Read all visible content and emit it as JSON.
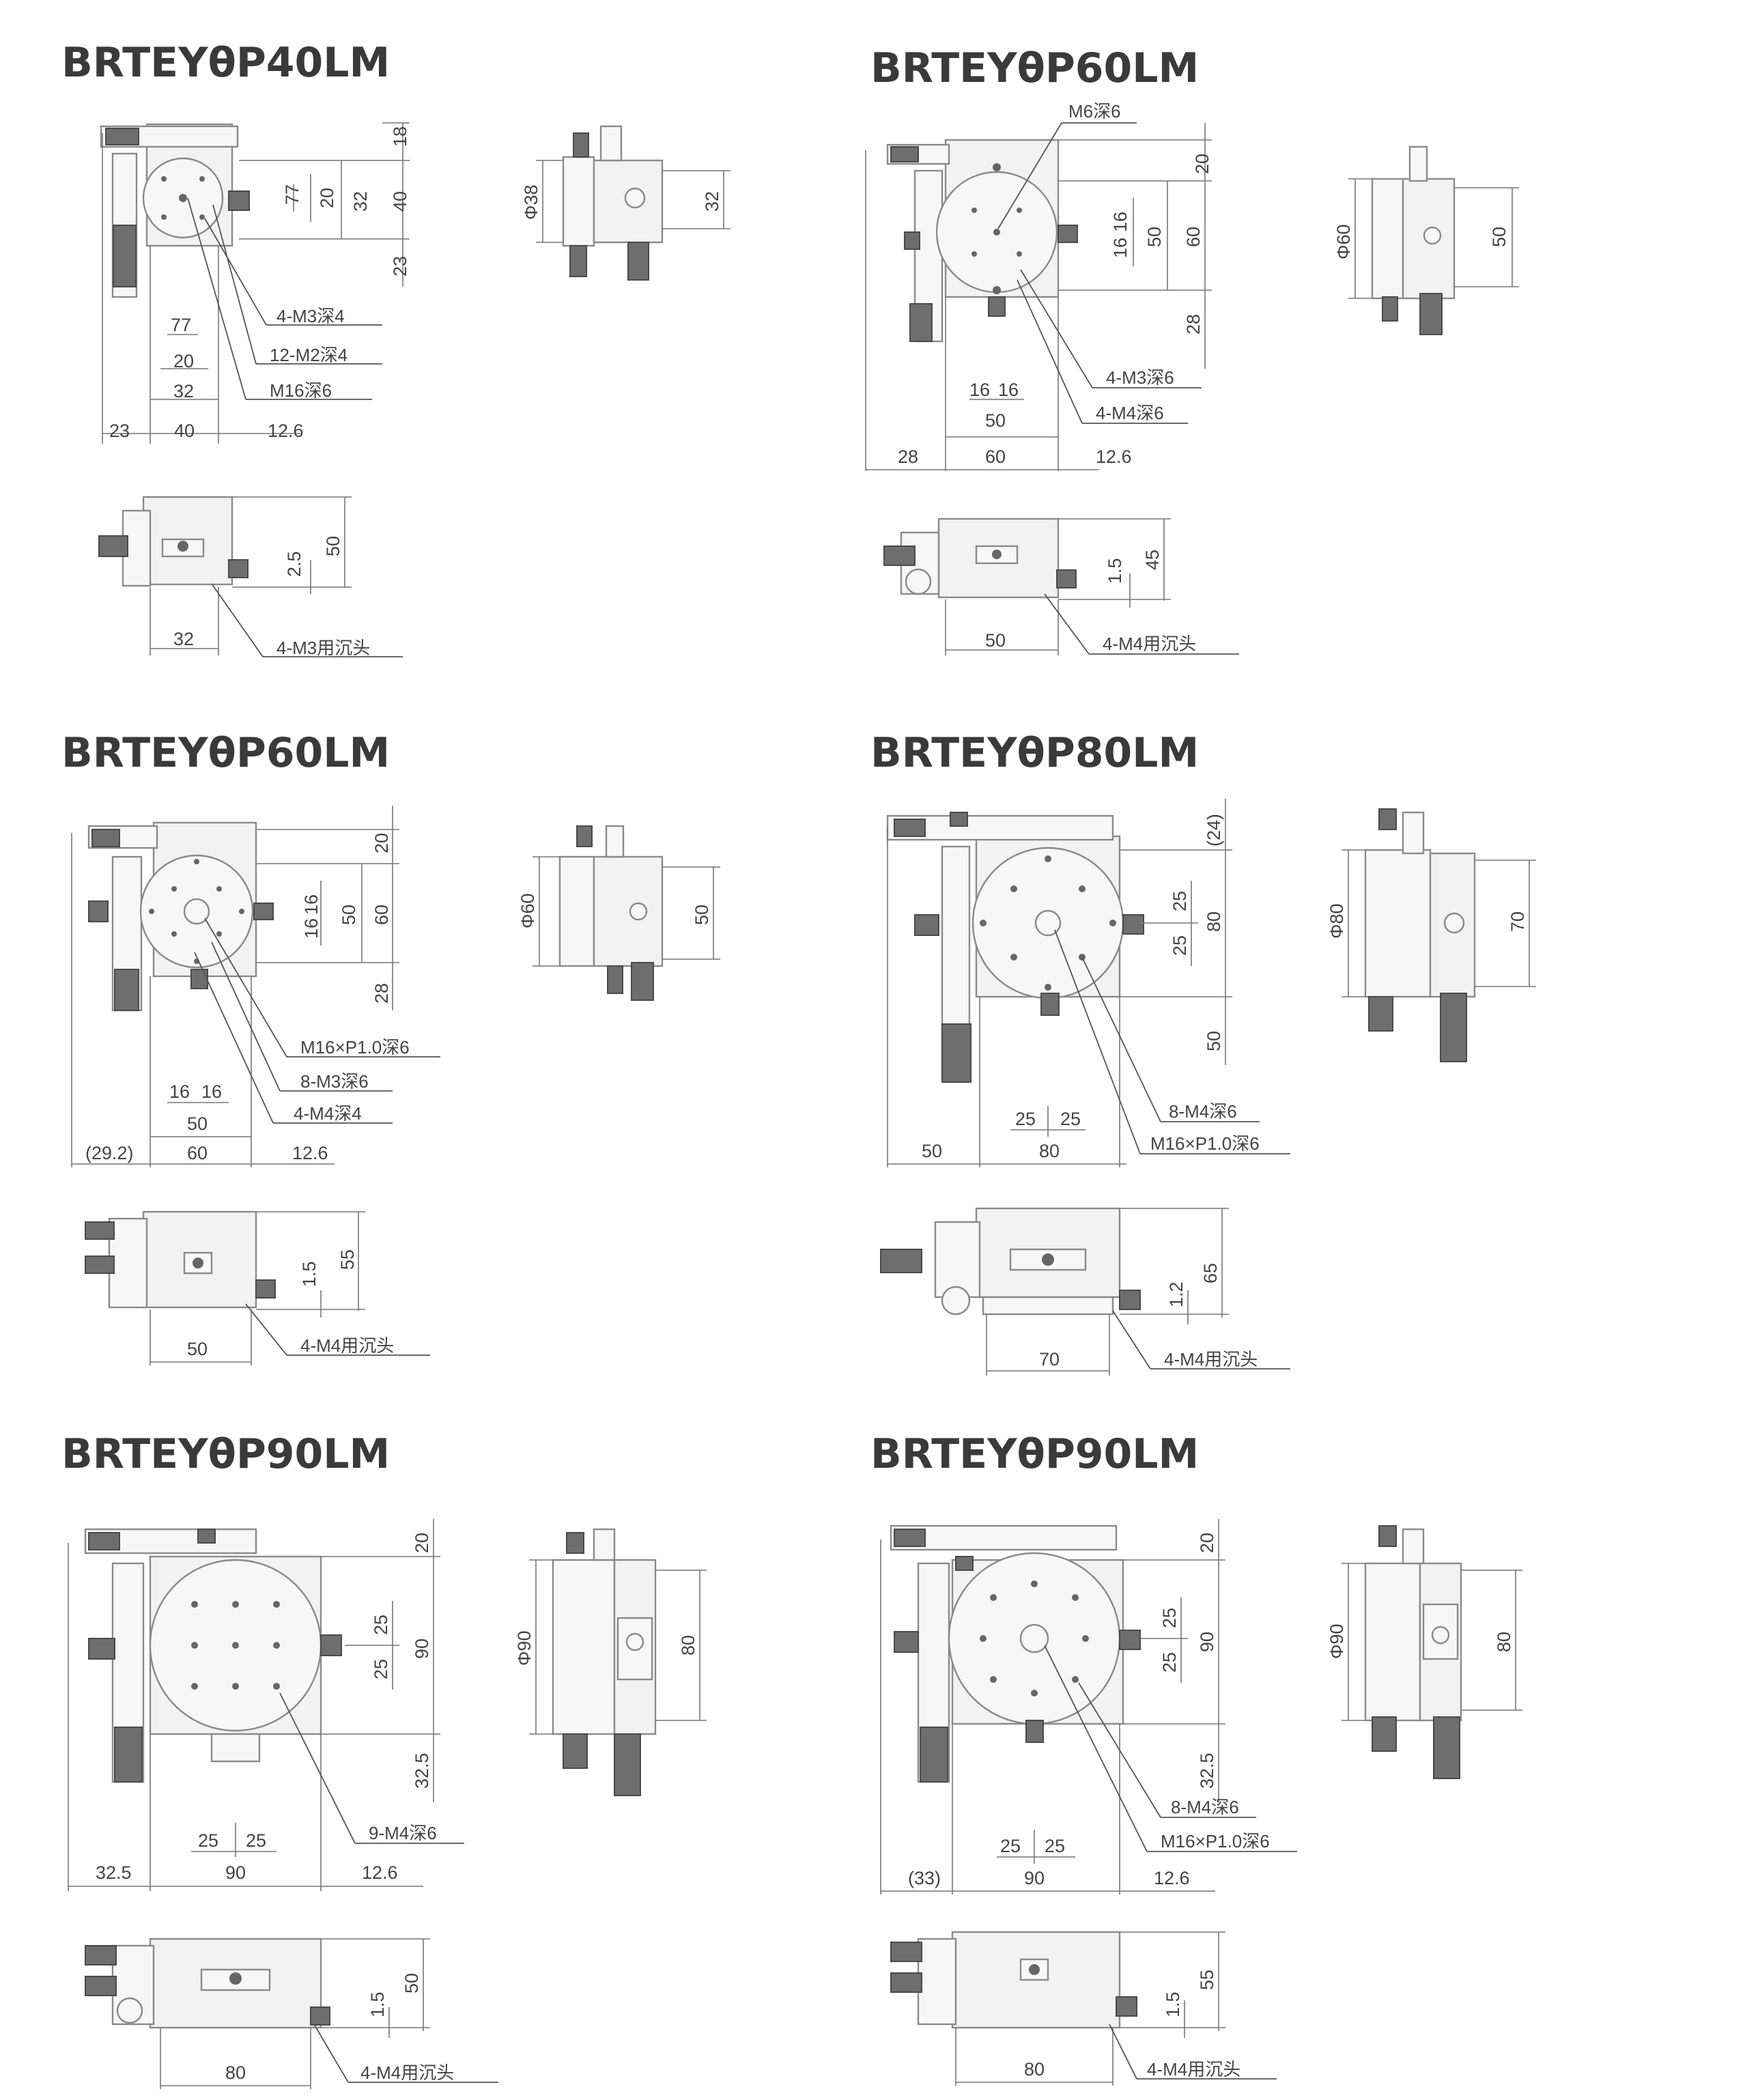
{
  "stages": [
    {
      "title": "BRTEYθP40LM",
      "top": {
        "right": [
          "18",
          "77",
          "20",
          "32",
          "40",
          "23"
        ],
        "bottom": [
          "77",
          "20",
          "32"
        ],
        "base": [
          "23",
          "40",
          "12.6"
        ],
        "notes": [
          "4-M3深4",
          "12-M2深4",
          "M16深6"
        ]
      },
      "side": {
        "dia": "Φ38",
        "h": "32"
      },
      "front": {
        "h1": "2.5",
        "h2": "50",
        "w": "32",
        "note": "4-M3用沉头"
      }
    },
    {
      "title": "BRTEYθP60LM",
      "top": {
        "center_note": "M6深6",
        "right": [
          "20",
          "16",
          "16",
          "50",
          "60",
          "28"
        ],
        "bottom": [
          "16",
          "16",
          "50"
        ],
        "base": [
          "28",
          "60",
          "12.6"
        ],
        "notes": [
          "4-M3深6",
          "4-M4深6"
        ]
      },
      "side": {
        "dia": "Φ60",
        "h": "50"
      },
      "front": {
        "h1": "1.5",
        "h2": "45",
        "w": "50",
        "note": "4-M4用沉头"
      }
    },
    {
      "title": "BRTEYθP60LM",
      "top": {
        "right": [
          "20",
          "16",
          "16",
          "50",
          "60",
          "28"
        ],
        "bottom": [
          "16",
          "16",
          "50"
        ],
        "base": [
          "(29.2)",
          "60",
          "12.6"
        ],
        "notes": [
          "M16×P1.0深6",
          "8-M3深6",
          "4-M4深4"
        ]
      },
      "side": {
        "dia": "Φ60",
        "h": "50"
      },
      "front": {
        "h1": "1.5",
        "h2": "55",
        "w": "50",
        "note": "4-M4用沉头"
      }
    },
    {
      "title": "BRTEYθP80LM",
      "top": {
        "right": [
          "(24)",
          "25",
          "25",
          "80",
          "50"
        ],
        "bottom": [
          "25",
          "25"
        ],
        "base": [
          "50",
          "80"
        ],
        "notes": [
          "8-M4深6",
          "M16×P1.0深6"
        ]
      },
      "side": {
        "dia": "Φ80",
        "h": "70"
      },
      "front": {
        "h1": "1.2",
        "h2": "65",
        "w": "70",
        "note": "4-M4用沉头"
      }
    },
    {
      "title": "BRTEYθP90LM",
      "top": {
        "right": [
          "20",
          "25",
          "25",
          "90",
          "32.5"
        ],
        "bottom": [
          "25",
          "25"
        ],
        "base": [
          "32.5",
          "90",
          "12.6"
        ],
        "notes": [
          "9-M4深6"
        ]
      },
      "side": {
        "dia": "Φ90",
        "h": "80"
      },
      "front": {
        "h1": "1.5",
        "h2": "50",
        "w": "80",
        "note": "4-M4用沉头"
      }
    },
    {
      "title": "BRTEYθP90LM",
      "top": {
        "right": [
          "20",
          "25",
          "25",
          "90",
          "32.5"
        ],
        "bottom": [
          "25",
          "25"
        ],
        "base": [
          "(33)",
          "90",
          "12.6"
        ],
        "notes": [
          "8-M4深6",
          "M16×P1.0深6"
        ]
      },
      "side": {
        "dia": "Φ90",
        "h": "80"
      },
      "front": {
        "h1": "1.5",
        "h2": "55",
        "w": "80",
        "note": "4-M4用沉头"
      }
    }
  ]
}
